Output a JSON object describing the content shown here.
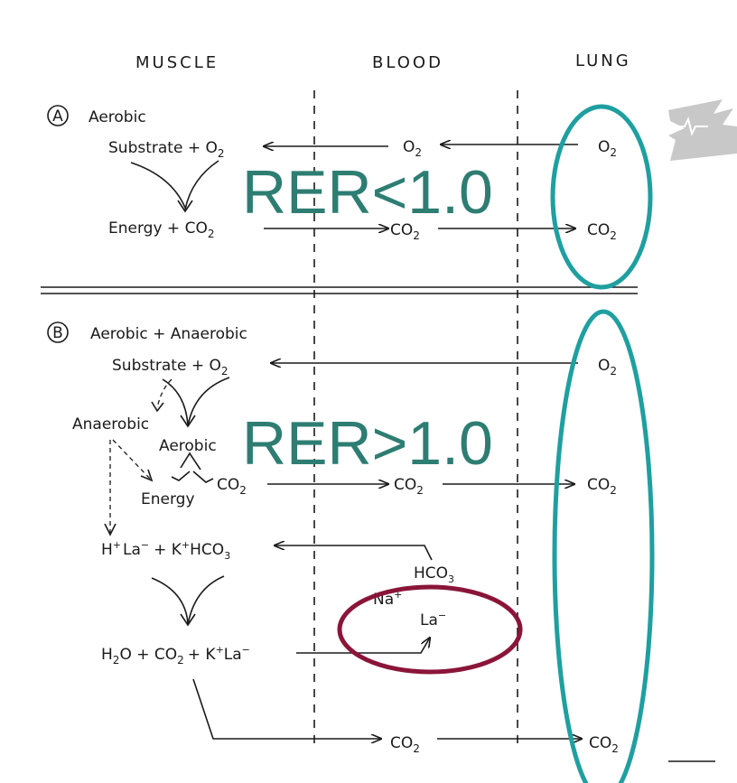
{
  "headers": {
    "muscle": "MUSCLE",
    "blood": "BLOOD",
    "lung": "LUNG"
  },
  "panel_a": {
    "marker": "A",
    "title": "Aerobic",
    "substrate": "Substrate + O",
    "energy": "Energy + CO",
    "blood_o2": "O",
    "blood_co2": "CO",
    "lung_o2": "O",
    "lung_co2": "CO",
    "rer": "RER<1.0"
  },
  "panel_b": {
    "marker": "B",
    "title": "Aerobic + Anaerobic",
    "substrate": "Substrate  + O",
    "anaerobic": "Anaerobic",
    "aerobic": "Aerobic",
    "co2_muscle": "CO",
    "energy": "Energy",
    "blood_co2": "CO",
    "lung_o2": "O",
    "lung_co2": "CO",
    "buffer_h": "H",
    "buffer_la": "La",
    "buffer_plus_k": "+ K",
    "buffer_hco3": "HCO",
    "blood_hco3": "HCO",
    "na": "Na",
    "blood_la": "La",
    "product_h2o": "H",
    "product_o_co": "O + CO",
    "product_k": "+ K",
    "product_la": "La",
    "bottom_blood_co2": "CO",
    "bottom_lung_co2": "CO",
    "rer": "RER>1.0"
  },
  "sub": {
    "two": "2",
    "three": "3"
  },
  "sup": {
    "plus": "+",
    "minus": "−"
  },
  "colors": {
    "teal": "#1f9fa0",
    "teal_text": "#2e7d72",
    "maroon": "#8a1538",
    "ink": "#1a1a1a",
    "logo": "#c8c8c8"
  },
  "icons": {
    "logo": "heart-pulse-logo-icon"
  }
}
